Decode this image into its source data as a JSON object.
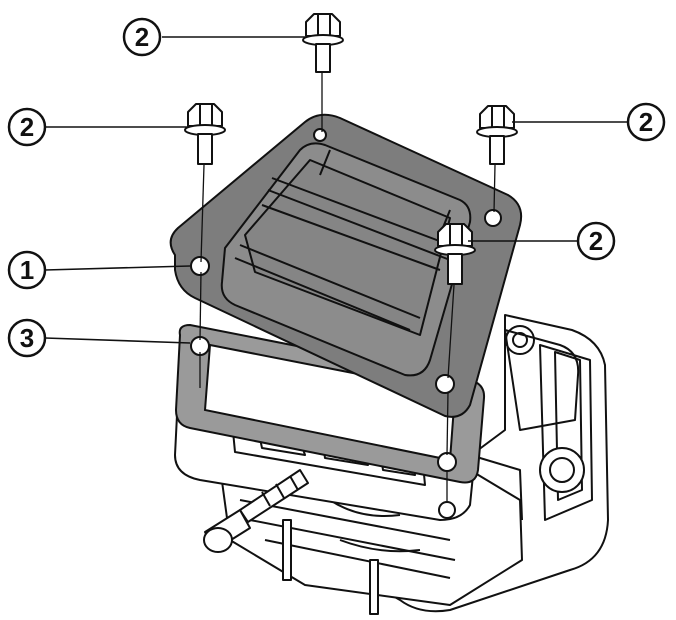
{
  "colors": {
    "ink": "#111111",
    "cover_fill": "#7d7d7d",
    "cover_top": "#8c8c8c",
    "gasket_fill": "#9a9a9a",
    "background": "#ffffff"
  },
  "callouts": [
    {
      "id": "c1",
      "label": "1",
      "part": "valve-cover"
    },
    {
      "id": "c2a",
      "label": "2",
      "part": "bolt"
    },
    {
      "id": "c2b",
      "label": "2",
      "part": "bolt"
    },
    {
      "id": "c2c",
      "label": "2",
      "part": "bolt"
    },
    {
      "id": "c2d",
      "label": "2",
      "part": "bolt"
    },
    {
      "id": "c3",
      "label": "3",
      "part": "gasket"
    }
  ]
}
